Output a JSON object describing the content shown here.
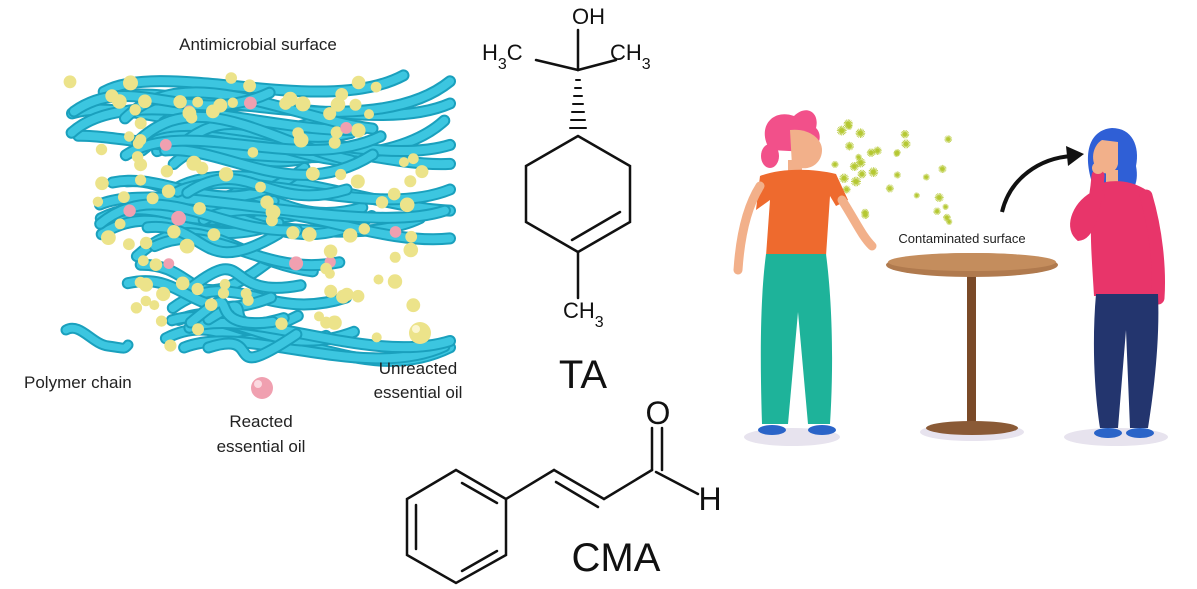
{
  "left_panel": {
    "title": "Antimicrobial surface",
    "legend": {
      "polymer_chain": "Polymer chain",
      "reacted_oil_line1": "Reacted",
      "reacted_oil_line2": "essential oil",
      "unreacted_oil_line1": "Unreacted",
      "unreacted_oil_line2": "essential oil"
    },
    "colors": {
      "polymer": "#3cc6e0",
      "polymer_dark": "#1aa0bd",
      "unreacted": "#ece38a",
      "reacted": "#f0a0b0"
    }
  },
  "molecules": {
    "ta": {
      "name": "TA",
      "oh": "OH",
      "h3c_left": "H3C",
      "ch3_right": "CH3",
      "ch3_bottom": "CH3"
    },
    "cma": {
      "name": "CMA",
      "oxygen": "O",
      "hydrogen": "H"
    }
  },
  "right_panel": {
    "caption": "Contaminated surface",
    "colors": {
      "shirt_left": "#ee6a2e",
      "pants_left": "#1eb39a",
      "hair_left": "#f2508a",
      "shirt_right": "#e8356a",
      "pants_right": "#23356e",
      "hair_right": "#2f5fd6",
      "table": "#b07a4e",
      "table_dark": "#7a4a28",
      "germ": "#b5c832",
      "skin": "#f2b08a"
    }
  }
}
